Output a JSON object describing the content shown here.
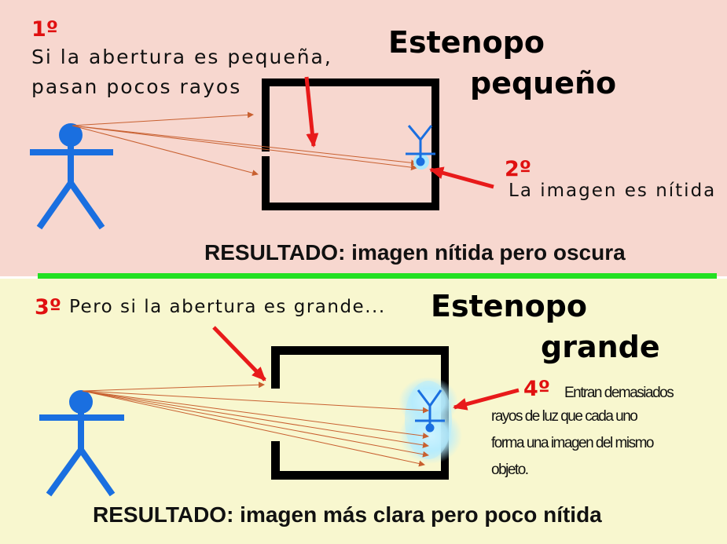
{
  "top": {
    "step1": "1º",
    "line1": "Si la abertura es pequeña,",
    "line2": "pasan pocos rayos",
    "title1": "Estenopo",
    "title2": "pequeño",
    "step2": "2º",
    "desc2": "La imagen es nítida",
    "result": "RESULTADO: imagen nítida pero oscura"
  },
  "bottom": {
    "step3": "3º",
    "line3": "Pero si la abertura es grande...",
    "title1": "Estenopo",
    "title2": "grande",
    "step4": "4º",
    "desc4": [
      "Entran demasiados",
      "rayos de luz que cada uno",
      "forma una imagen del mismo",
      "objeto."
    ],
    "result": "RESULTADO: imagen más clara pero poco nítida"
  },
  "colors": {
    "top_bg": "#f7d7cf",
    "bottom_bg": "#f8f7cf",
    "divider": "#22e022",
    "figure": "#1a6fe0",
    "arrow": "#e81a1a",
    "ray": "#c86030",
    "glow": "#a8e8ff"
  }
}
